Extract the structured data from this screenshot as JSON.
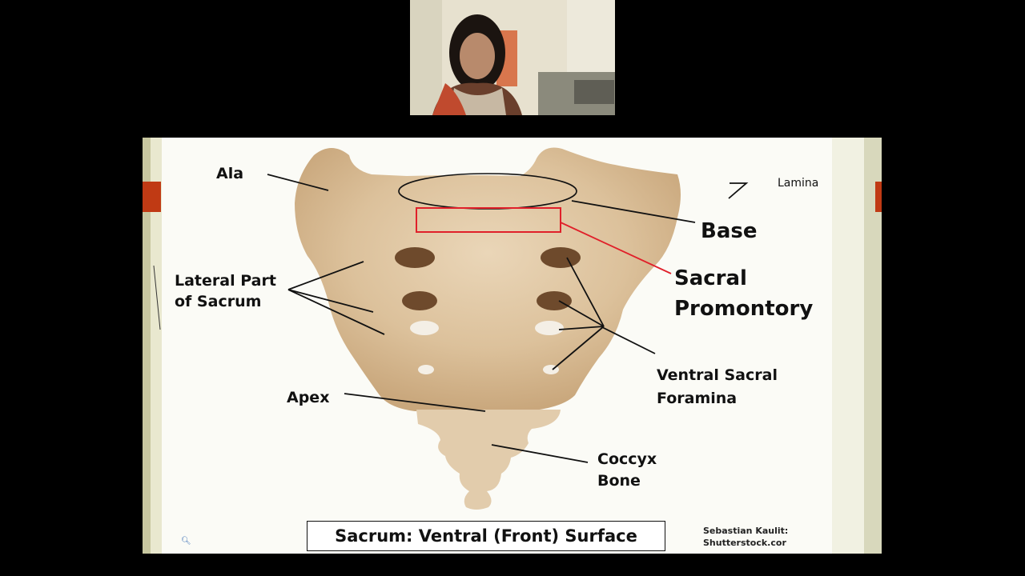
{
  "webcam": {
    "alt": "Presenter webcam feed"
  },
  "slide": {
    "labels": {
      "ala": "Ala",
      "lamina": "Lamina",
      "base": "Base",
      "lateral_line1": "Lateral Part",
      "lateral_line2": "of Sacrum",
      "sacral_line1": "Sacral",
      "sacral_line2": "Promontory",
      "ventral_line1": "Ventral Sacral",
      "ventral_line2": "Foramina",
      "apex": "Apex",
      "coccyx_line1": "Coccyx",
      "coccyx_line2": "Bone"
    },
    "caption": "Sacrum: Ventral (Front) Surface",
    "credit_line1": "Sebastian Kaulit:",
    "credit_line2": "Shutterstock.cor"
  },
  "colors": {
    "bone": "#dcc19b",
    "accent": "#c03a14",
    "promontory_box": "#e0202a"
  }
}
